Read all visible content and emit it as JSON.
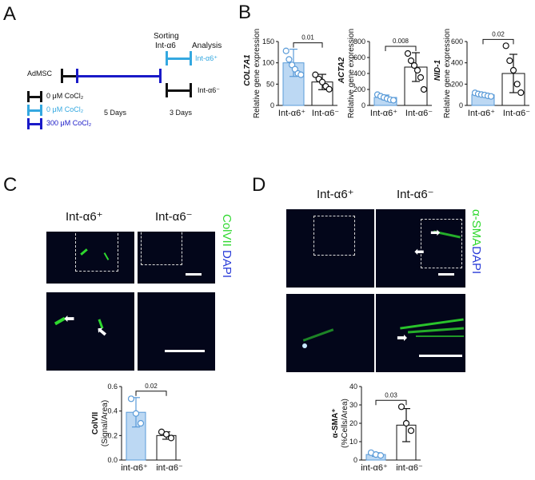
{
  "colors": {
    "black": "#111111",
    "navy": "#1a1ac8",
    "light_blue": "#34a8e0",
    "bar_fill": "#bcd8f3",
    "bar_stroke": "#5a9bd8",
    "green": "#2ed82e",
    "blue_stain": "#2a3cd8"
  },
  "panel_labels": {
    "A": "A",
    "B": "B",
    "C": "C",
    "D": "D"
  },
  "panelA": {
    "sorting": "Sorting",
    "sorting_sub": "Int-α6",
    "analysis": "Analysis",
    "int_pos": "Int-α6⁺",
    "int_neg": "Int-α6⁻",
    "adMSC": "AdMSC",
    "legend": [
      {
        "label": "0 μM CoCl₂",
        "color": "#111111"
      },
      {
        "label": "0 μM CoCl₂",
        "color": "#34a8e0"
      },
      {
        "label": "300 μM CoCl₂",
        "color": "#1a1ac8"
      }
    ],
    "days5": "5 Days",
    "days3": "3 Days"
  },
  "panelC": {
    "col_pos": "Int-α6⁺",
    "col_neg": "Int-α6⁻",
    "stain_green": "ColVII",
    "stain_blue": "DAPI"
  },
  "panelD": {
    "col_pos": "Int-α6⁺",
    "col_neg": "Int-α6⁻",
    "stain_green": "α-SMA",
    "stain_blue": "DAPI"
  },
  "chart_data": [
    {
      "id": "B-COL7A1",
      "type": "bar",
      "title": "COL7A1",
      "ylabel": "Relative gene expression",
      "categories": [
        "Int-α6⁺",
        "Int-α6⁻"
      ],
      "values": [
        100,
        55
      ],
      "errors": [
        32,
        18
      ],
      "points": [
        [
          128,
          108,
          95,
          85,
          75,
          72
        ],
        [
          72,
          62,
          55,
          45,
          38
        ]
      ],
      "ylim": [
        0,
        150
      ],
      "yticks": [
        0,
        50,
        100,
        150
      ],
      "pvalue": "0.01"
    },
    {
      "id": "B-ACTA2",
      "type": "bar",
      "title": "ACTA2",
      "ylabel": "Relative gene expression",
      "categories": [
        "Int-α6⁺",
        "Int-α6⁻"
      ],
      "values": [
        100,
        480
      ],
      "errors": [
        30,
        180
      ],
      "points": [
        [
          135,
          115,
          100,
          85,
          72,
          65
        ],
        [
          650,
          560,
          500,
          440,
          350,
          200
        ]
      ],
      "ylim": [
        0,
        800
      ],
      "yticks": [
        0,
        200,
        400,
        600,
        800
      ],
      "pvalue": "0.008"
    },
    {
      "id": "B-NID-1",
      "type": "bar",
      "title": "NID-1",
      "ylabel": "Relative gene expression",
      "categories": [
        "Int-α6⁺",
        "Int-α6⁻"
      ],
      "values": [
        100,
        300
      ],
      "errors": [
        15,
        180
      ],
      "points": [
        [
          118,
          108,
          102,
          98,
          90,
          85
        ],
        [
          560,
          420,
          330,
          200,
          120
        ]
      ],
      "ylim": [
        0,
        600
      ],
      "yticks": [
        0,
        200,
        400,
        600
      ],
      "pvalue": "0.02"
    },
    {
      "id": "C-ColVII",
      "type": "bar",
      "title": "",
      "ylabel_bold": "ColVII",
      "ylabel": "(Signal/Area)",
      "categories": [
        "int-α6⁺",
        "int-α6⁻"
      ],
      "values": [
        0.39,
        0.2
      ],
      "errors": [
        0.12,
        0.03
      ],
      "points": [
        [
          0.5,
          0.38,
          0.3
        ],
        [
          0.23,
          0.21,
          0.18
        ]
      ],
      "ylim": [
        0,
        0.6
      ],
      "yticks": [
        0.0,
        0.2,
        0.4,
        0.6
      ],
      "pvalue": "0.02"
    },
    {
      "id": "D-aSMA",
      "type": "bar",
      "title": "",
      "ylabel_bold": "α-SMA⁺",
      "ylabel": "(%Cells/Area)",
      "categories": [
        "int-α6⁺",
        "int-α6⁻"
      ],
      "values": [
        3,
        19
      ],
      "errors": [
        1,
        9
      ],
      "points": [
        [
          4,
          3,
          2.5
        ],
        [
          29,
          20,
          16
        ]
      ],
      "ylim": [
        0,
        40
      ],
      "yticks": [
        0,
        10,
        20,
        30,
        40
      ],
      "pvalue": "0.03"
    }
  ]
}
